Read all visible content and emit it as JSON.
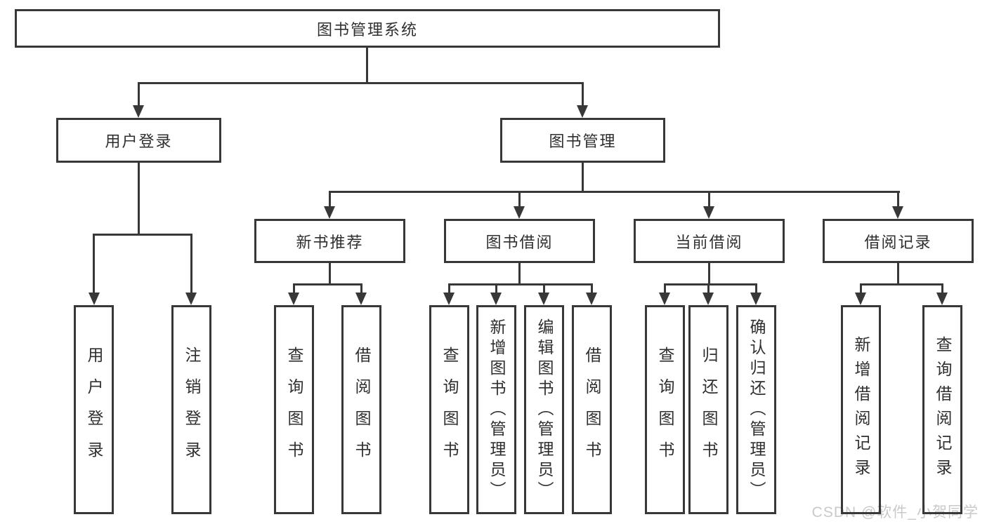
{
  "tree": {
    "root": "图书管理系统",
    "user_branch": {
      "label": "用户登录",
      "leaves": [
        "用户登录",
        "注销登录"
      ]
    },
    "mgmt_branch": {
      "label": "图书管理",
      "groups": [
        {
          "label": "新书推荐",
          "leaves": [
            "查询图书",
            "借阅图书"
          ]
        },
        {
          "label": "图书借阅",
          "leaves": [
            "查询图书",
            "新增图书（管理员）",
            "编辑图书（管理员）",
            "借阅图书"
          ]
        },
        {
          "label": "当前借阅",
          "leaves": [
            "查询图书",
            "归还图书",
            "确认归还（管理员）"
          ]
        },
        {
          "label": "借阅记录",
          "leaves": [
            "新增借阅记录",
            "查询借阅记录"
          ]
        }
      ]
    }
  },
  "watermark": "CSDN @软件_小贺同学",
  "colors": {
    "line": "#383838",
    "text": "#2f2f2f",
    "watermark": "#c9c9c9",
    "background": "#ffffff"
  }
}
